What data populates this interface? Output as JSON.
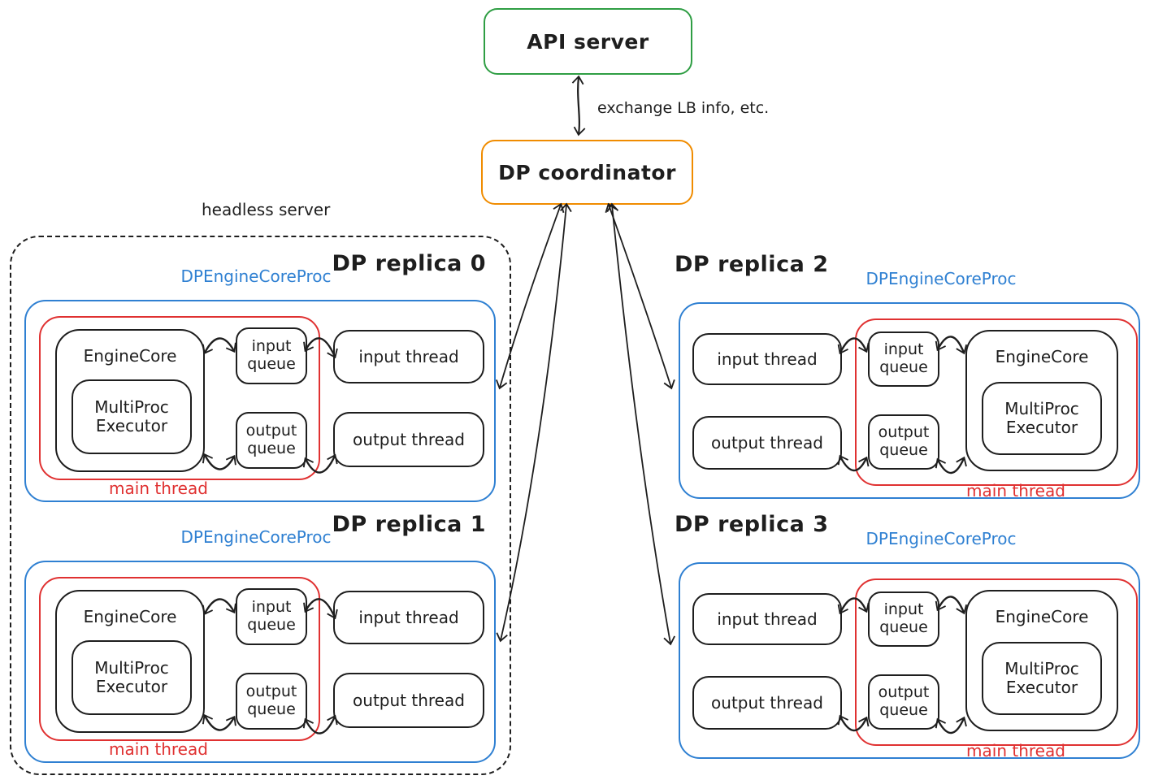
{
  "diagram": {
    "api_server_label": "API server",
    "coordinator_label": "DP coordinator",
    "exchange_label": "exchange LB info, etc.",
    "headless_label": "headless server"
  },
  "colors": {
    "green": "#2f9e44",
    "orange": "#f08c00",
    "blue": "#2f80d2",
    "red": "#e03131",
    "ink": "#1e1e1e"
  },
  "replicas": [
    {
      "title": "DP replica 0",
      "proc": "DPEngineCoreProc",
      "engine_core": "EngineCore",
      "executor": "MultiProc Executor",
      "input_queue": "input queue",
      "output_queue": "output queue",
      "input_thread": "input thread",
      "output_thread": "output thread",
      "main_thread": "main thread"
    },
    {
      "title": "DP replica 1",
      "proc": "DPEngineCoreProc",
      "engine_core": "EngineCore",
      "executor": "MultiProc Executor",
      "input_queue": "input queue",
      "output_queue": "output queue",
      "input_thread": "input thread",
      "output_thread": "output thread",
      "main_thread": "main thread"
    },
    {
      "title": "DP replica 2",
      "proc": "DPEngineCoreProc",
      "engine_core": "EngineCore",
      "executor": "MultiProc Executor",
      "input_queue": "input queue",
      "output_queue": "output queue",
      "input_thread": "input thread",
      "output_thread": "output thread",
      "main_thread": "main thread"
    },
    {
      "title": "DP replica 3",
      "proc": "DPEngineCoreProc",
      "engine_core": "EngineCore",
      "executor": "MultiProc Executor",
      "input_queue": "input queue",
      "output_queue": "output queue",
      "input_thread": "input thread",
      "output_thread": "output thread",
      "main_thread": "main thread"
    }
  ]
}
